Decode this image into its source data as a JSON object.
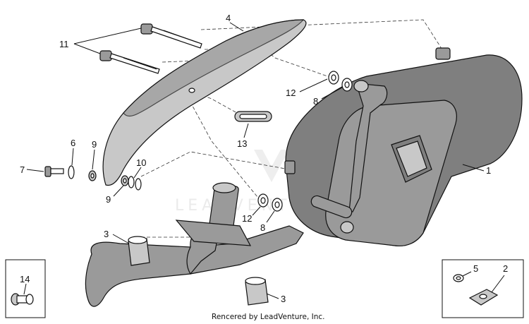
{
  "callouts": {
    "c1": "1",
    "c2": "2",
    "c3a": "3",
    "c3b": "3",
    "c4": "4",
    "c5": "5",
    "c6": "6",
    "c7": "7",
    "c8a": "8",
    "c8b": "8",
    "c9a": "9",
    "c9b": "9",
    "c10": "10",
    "c11": "11",
    "c12a": "12",
    "c12b": "12",
    "c13": "13",
    "c14": "14"
  },
  "credit": "Rencered by LeadVenture, Inc.",
  "watermark": "LEADVENTURE"
}
